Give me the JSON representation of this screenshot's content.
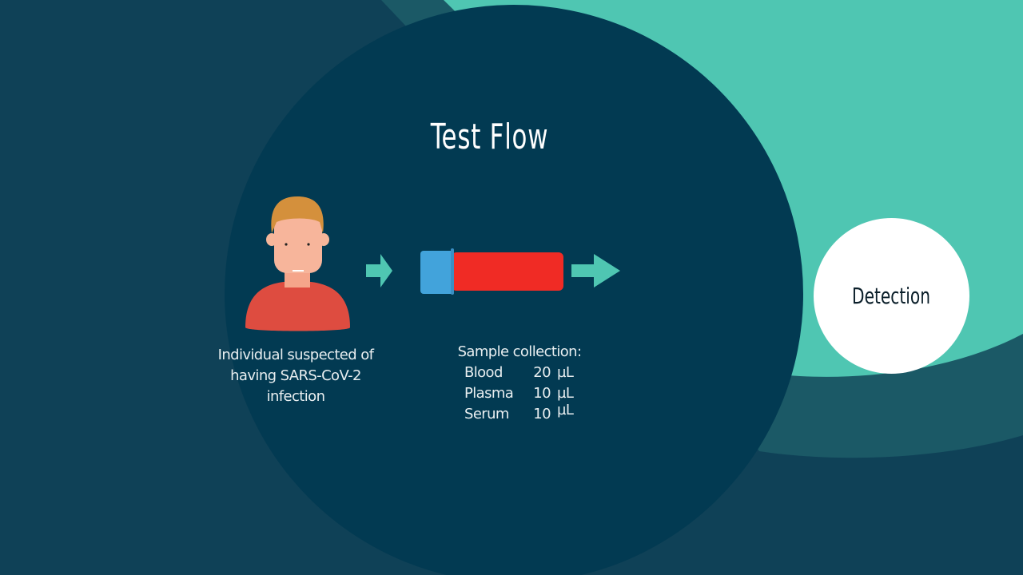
{
  "title": "Test Flow",
  "individual": {
    "lines": [
      "Individual suspected of",
      "having SARS-CoV-2",
      "infection"
    ]
  },
  "sample": {
    "heading": "Sample collection:",
    "rows": [
      {
        "label": "Blood",
        "value": "20",
        "unit": "µL"
      },
      {
        "label": "Plasma",
        "value": "10",
        "unit": "µL"
      },
      {
        "label": "Serum",
        "value": "10",
        "unit": "µL"
      }
    ]
  },
  "detection": "Detection",
  "colors": {
    "background": "#0f4157",
    "circle": "#023a52",
    "teal": "#4fc6b2",
    "ring": "#1b5966",
    "tube_red": "#f02b25",
    "tube_cap": "#42a3db"
  }
}
